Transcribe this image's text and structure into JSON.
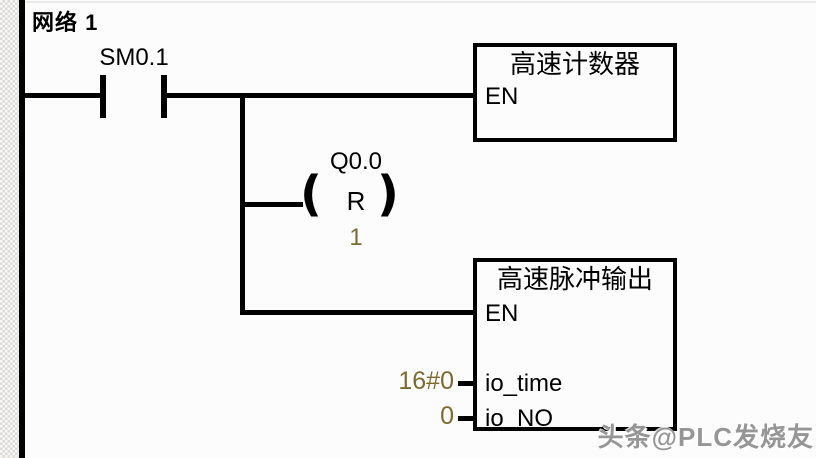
{
  "network": {
    "label": "网络 1"
  },
  "rung": {
    "contact": {
      "label": "SM0.1",
      "type": "normally-open"
    },
    "coil": {
      "label": "Q0.0",
      "function": "R",
      "operand": "1",
      "paren_left": "(",
      "paren_right": ")"
    },
    "block1": {
      "title": "高速计数器",
      "en_label": "EN"
    },
    "block2": {
      "title": "高速脉冲输出",
      "en_label": "EN",
      "params": [
        {
          "name": "io_time",
          "value": "16#0"
        },
        {
          "name": "io_NO",
          "value": "0"
        }
      ]
    }
  },
  "watermark": {
    "text": "头条@PLC发烧友"
  },
  "colors": {
    "line": "#000000",
    "operand_value": "#7d6b2d",
    "watermark": "#969696",
    "background": "#fcfcfc",
    "gutter": "#dddbd8"
  }
}
